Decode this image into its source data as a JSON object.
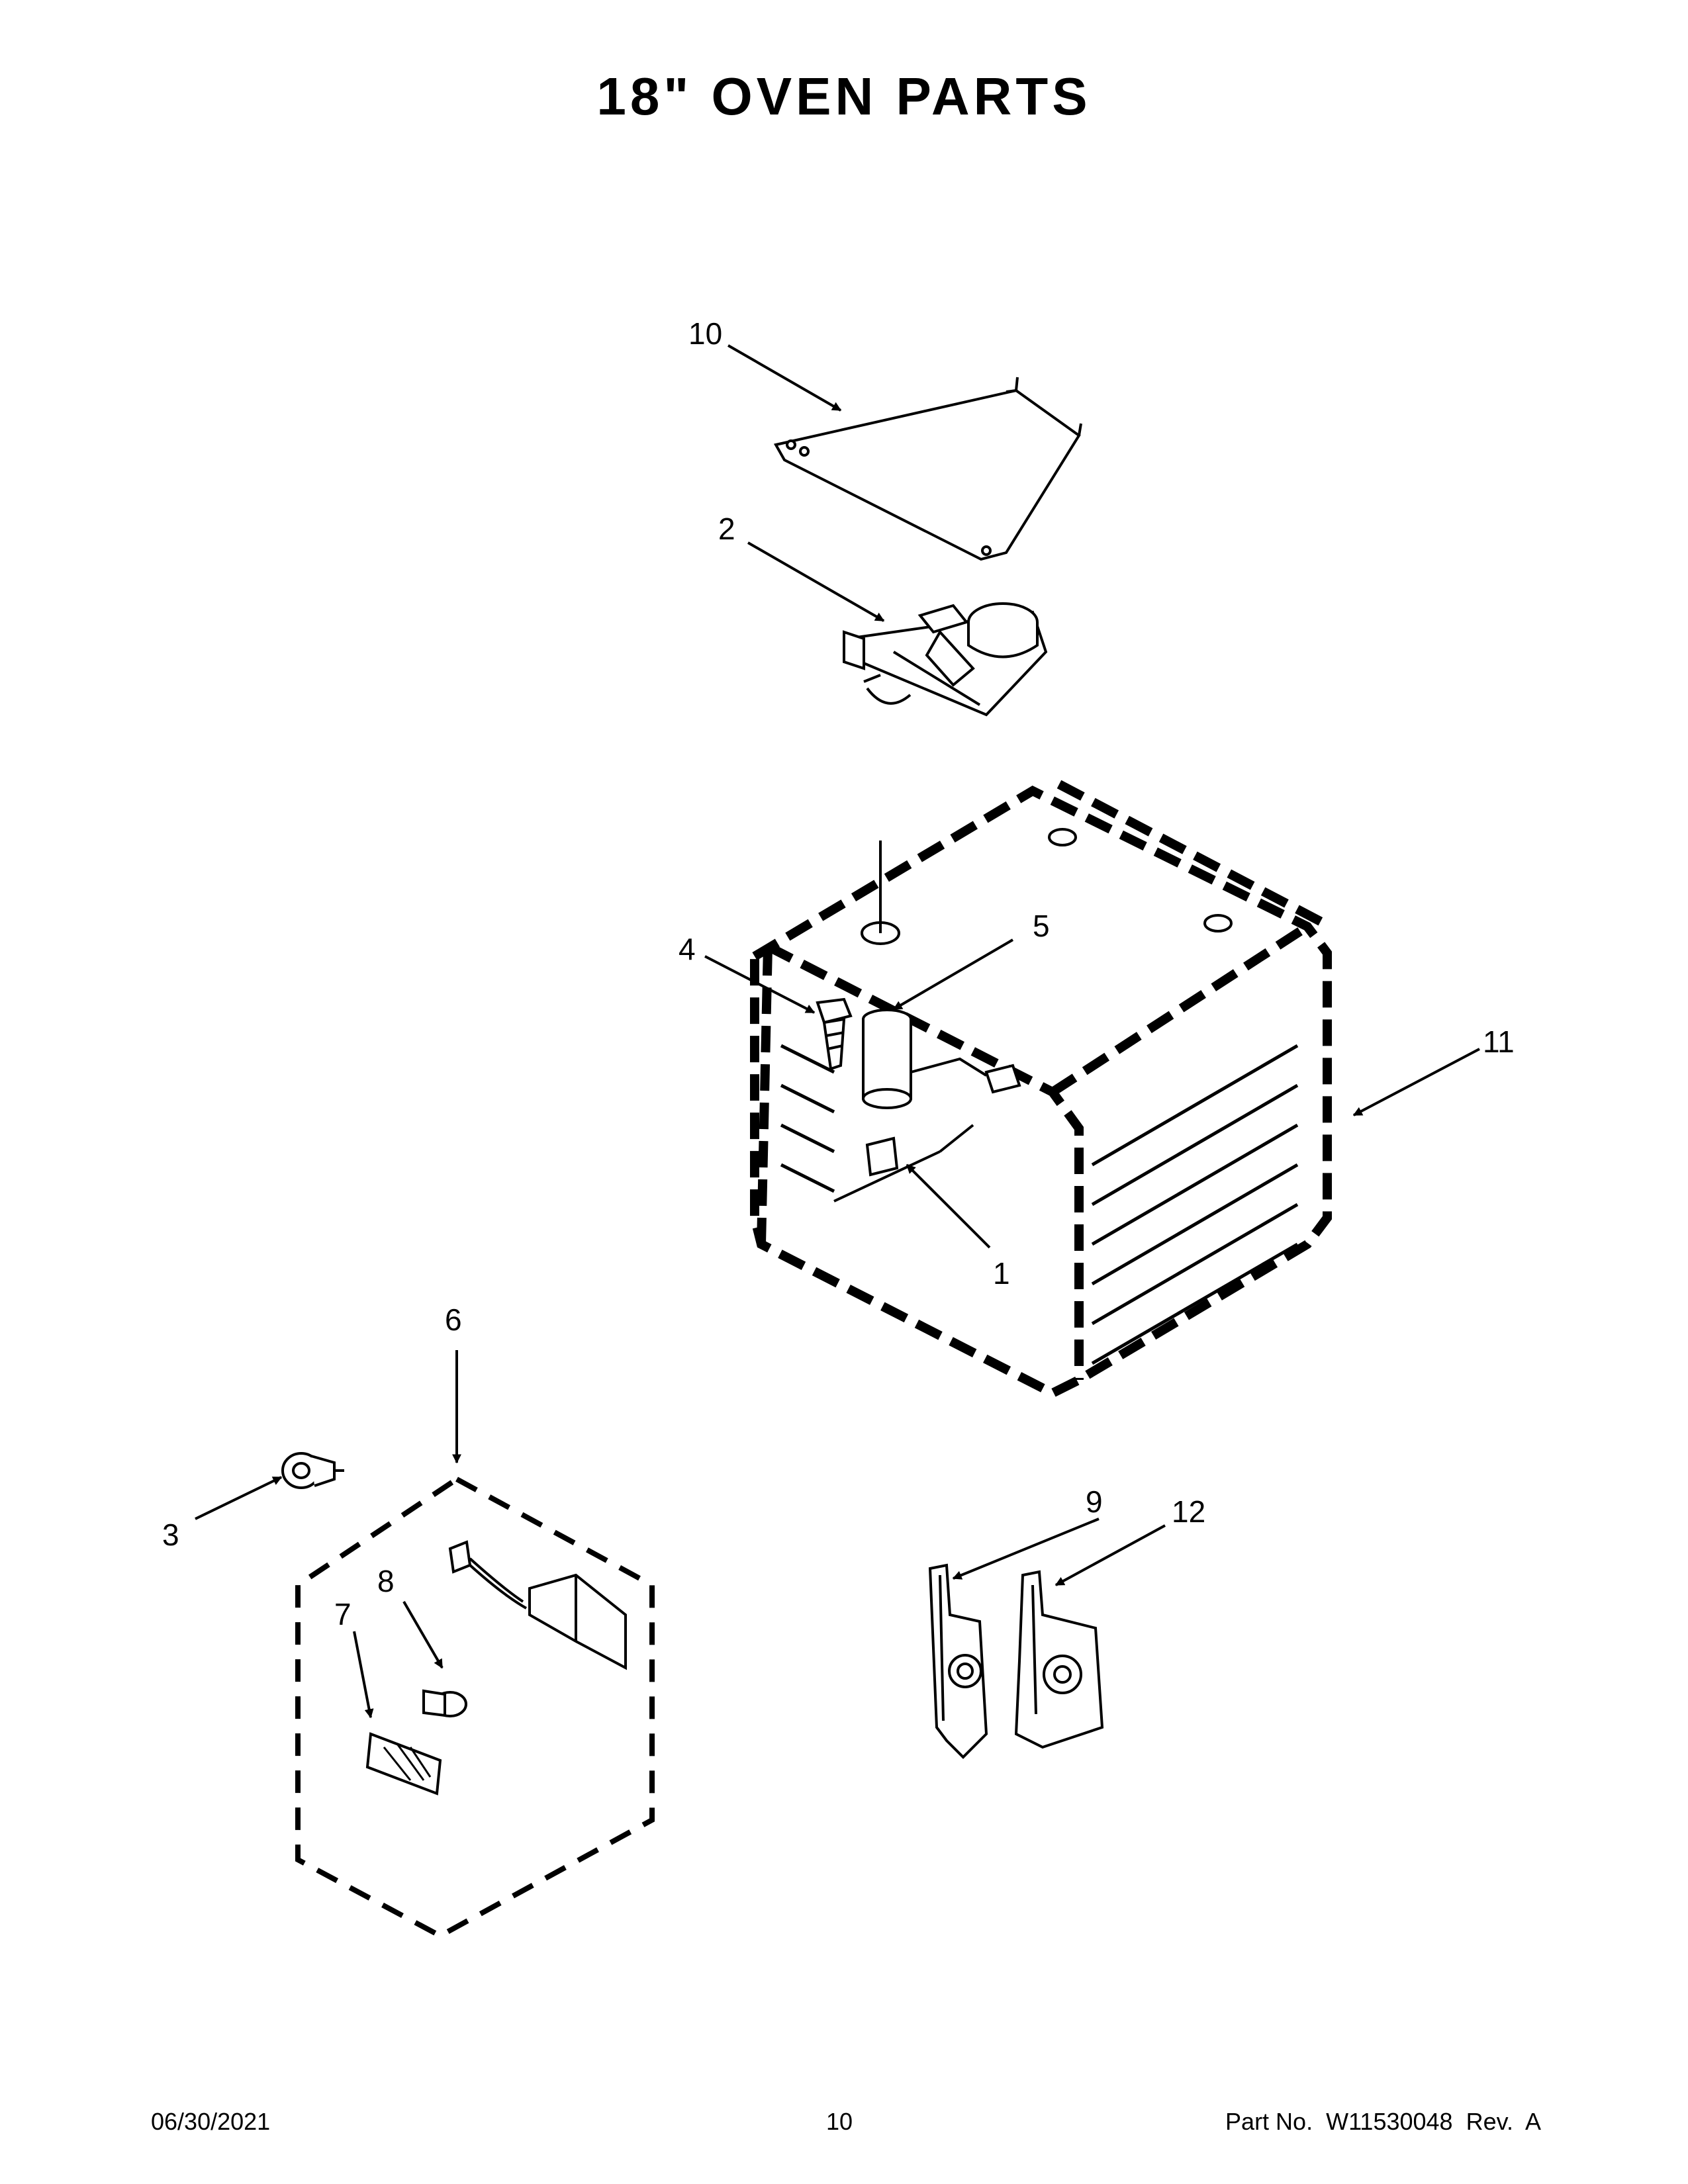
{
  "title": "18\" OVEN PARTS",
  "callouts": {
    "c1": "1",
    "c2": "2",
    "c3": "3",
    "c4": "4",
    "c5": "5",
    "c6": "6",
    "c7": "7",
    "c8": "8",
    "c9": "9",
    "c10": "10",
    "c11": "11",
    "c12": "12"
  },
  "footer": {
    "date": "06/30/2021",
    "page_number": "10",
    "part_label": "Part No.",
    "part_number": "W11530048",
    "rev_label": "Rev.",
    "rev_value": "A"
  }
}
